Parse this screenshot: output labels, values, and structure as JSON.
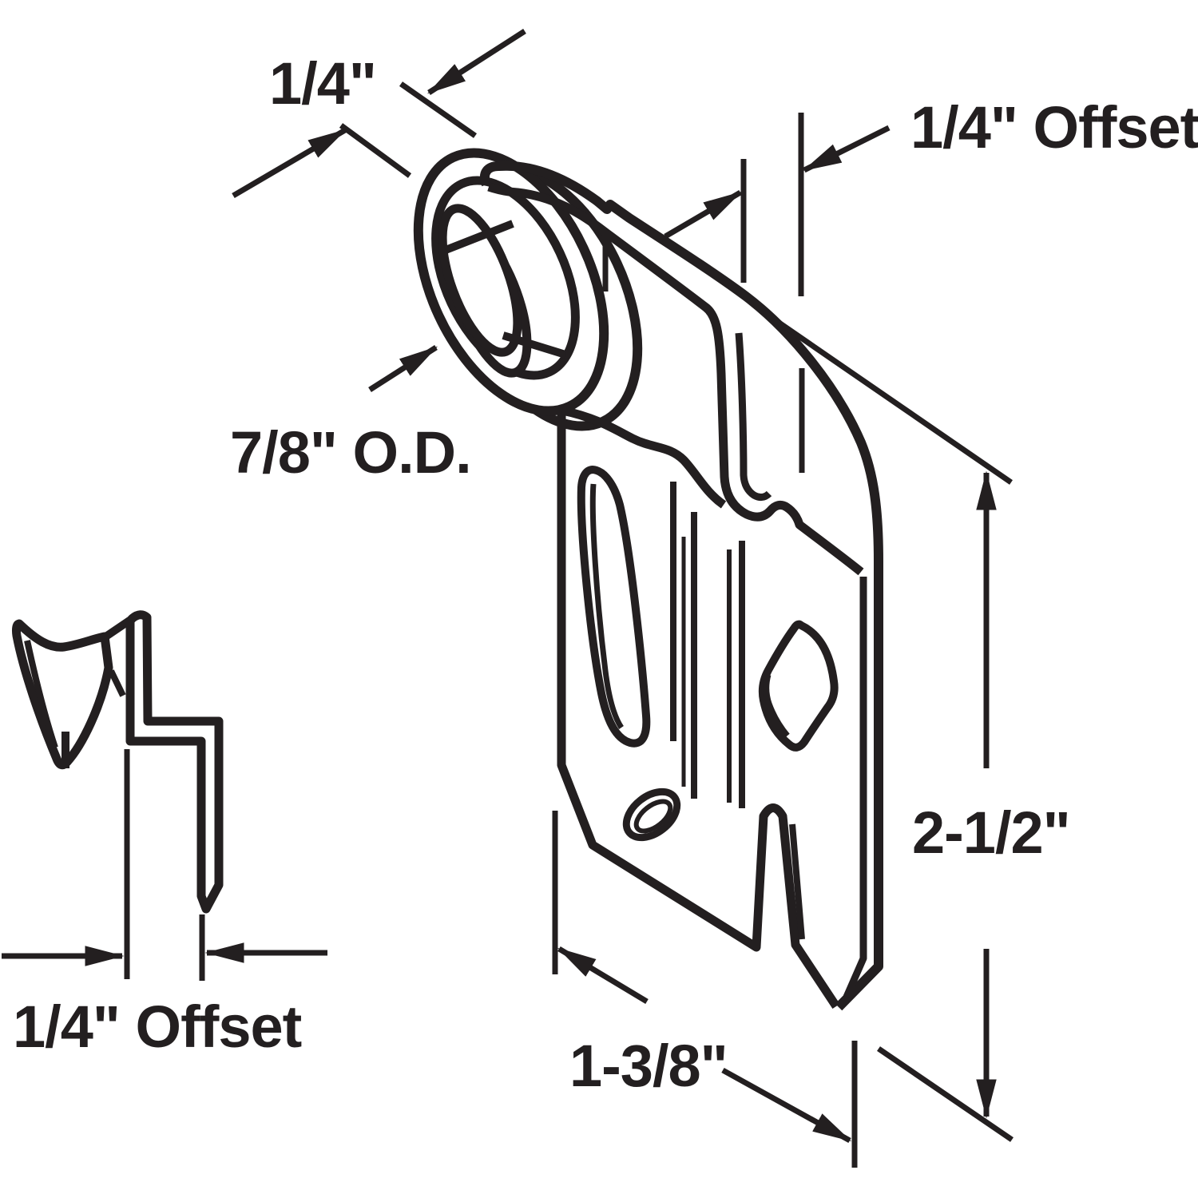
{
  "page": {
    "background": "#ffffff",
    "ink": "#231f20"
  },
  "diagram": {
    "kind": "technical-dimension-drawing",
    "subject": "closet door roller bracket with offset wheel",
    "views": {
      "main": "three-quarter view of roller wheel, mounting arm and stamped bracket plate",
      "side": "edge profile view showing the offset jog of the bracket strap"
    }
  },
  "dims": {
    "wheel_width": {
      "label": "1/4\""
    },
    "top_offset": {
      "label": "1/4\" Offset"
    },
    "outer_diameter": {
      "label": "7/8\" O.D."
    },
    "height": {
      "label": "2-1/2\""
    },
    "width": {
      "label": "1-3/8\""
    },
    "side_offset": {
      "label": "1/4\" Offset"
    }
  }
}
